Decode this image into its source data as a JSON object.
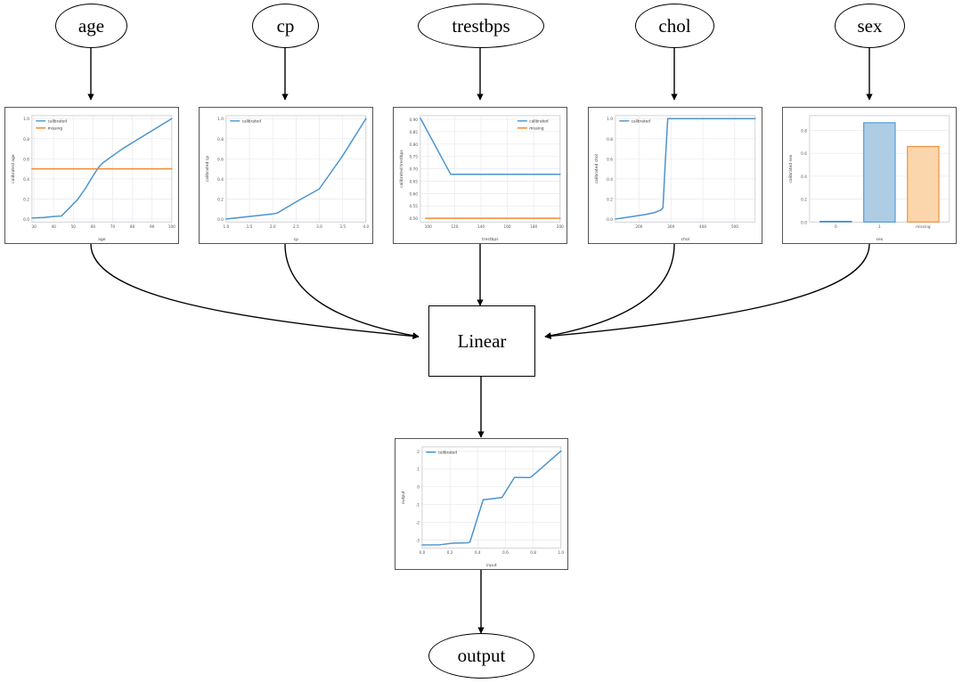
{
  "graph": {
    "input_nodes": [
      {
        "id": "age",
        "label": "age"
      },
      {
        "id": "cp",
        "label": "cp"
      },
      {
        "id": "trestbps",
        "label": "trestbps"
      },
      {
        "id": "chol",
        "label": "chol"
      },
      {
        "id": "sex",
        "label": "sex"
      }
    ],
    "linear_node": {
      "label": "Linear"
    },
    "output_node": {
      "label": "output"
    }
  },
  "legend_labels": {
    "calibrated": "calibrated",
    "missing": "missing"
  },
  "chart_data": [
    {
      "id": "age",
      "type": "line",
      "title": "",
      "xlabel": "age",
      "ylabel": "calibrated age",
      "xlim": [
        29,
        100
      ],
      "ylim": [
        -0.03,
        1.03
      ],
      "xticks": [
        30,
        40,
        50,
        60,
        70,
        80,
        90,
        100
      ],
      "yticks": [
        0.0,
        0.2,
        0.4,
        0.6,
        0.8,
        1.0
      ],
      "ytick_labels": [
        "0.0",
        "0.2",
        "0.4",
        "0.6",
        "0.8",
        "1.0"
      ],
      "grid": true,
      "legend": [
        "calibrated",
        "missing"
      ],
      "legend_position": "upper left",
      "series": [
        {
          "name": "calibrated",
          "color": "#4a93cd",
          "x": [
            29,
            35,
            40,
            44,
            48,
            52,
            56,
            60,
            63,
            65,
            70,
            75,
            80,
            85,
            90,
            95,
            100
          ],
          "y": [
            0.01,
            0.015,
            0.025,
            0.03,
            0.11,
            0.19,
            0.3,
            0.43,
            0.52,
            0.56,
            0.63,
            0.7,
            0.76,
            0.82,
            0.88,
            0.94,
            1.0
          ]
        },
        {
          "name": "missing",
          "color": "#f08a34",
          "x": [
            29,
            100
          ],
          "y": [
            0.5,
            0.5
          ]
        }
      ]
    },
    {
      "id": "cp",
      "type": "line",
      "title": "",
      "xlabel": "cp",
      "ylabel": "calibrated cp",
      "xlim": [
        1.0,
        4.0
      ],
      "ylim": [
        -0.03,
        1.03
      ],
      "xticks": [
        1.0,
        1.5,
        2.0,
        2.5,
        3.0,
        3.5,
        4.0
      ],
      "xtick_labels": [
        "1.0",
        "1.5",
        "2.0",
        "2.5",
        "3.0",
        "3.5",
        "4.0"
      ],
      "yticks": [
        0.0,
        0.2,
        0.4,
        0.6,
        0.8,
        1.0
      ],
      "ytick_labels": [
        "0.0",
        "0.2",
        "0.4",
        "0.6",
        "0.8",
        "1.0"
      ],
      "grid": true,
      "legend": [
        "calibrated"
      ],
      "legend_position": "upper left",
      "series": [
        {
          "name": "calibrated",
          "color": "#4a93cd",
          "x": [
            1.0,
            1.5,
            2.0,
            2.1,
            2.5,
            3.0,
            3.5,
            4.0
          ],
          "y": [
            0.0,
            0.025,
            0.05,
            0.06,
            0.17,
            0.3,
            0.63,
            1.0
          ]
        }
      ]
    },
    {
      "id": "trestbps",
      "type": "line",
      "title": "",
      "xlabel": "trestbps",
      "ylabel": "calibrated trestbps",
      "xlim": [
        94,
        200
      ],
      "ylim": [
        0.485,
        0.915
      ],
      "xticks": [
        100,
        120,
        140,
        160,
        180,
        200
      ],
      "yticks": [
        0.5,
        0.55,
        0.6,
        0.65,
        0.7,
        0.75,
        0.8,
        0.85,
        0.9
      ],
      "ytick_labels": [
        "0.50",
        "0.55",
        "0.60",
        "0.65",
        "0.70",
        "0.75",
        "0.80",
        "0.85",
        "0.90"
      ],
      "grid": true,
      "legend": [
        "calibrated",
        "missing"
      ],
      "legend_position": "upper right",
      "series": [
        {
          "name": "calibrated",
          "color": "#4a93cd",
          "x": [
            94,
            117,
            130,
            160,
            200
          ],
          "y": [
            0.905,
            0.678,
            0.678,
            0.678,
            0.678
          ]
        },
        {
          "name": "missing",
          "color": "#f08a34",
          "x": [
            98,
            200
          ],
          "y": [
            0.5,
            0.5
          ]
        }
      ]
    },
    {
      "id": "chol",
      "type": "line",
      "title": "",
      "xlabel": "chol",
      "ylabel": "calibrated chol",
      "xlim": [
        126,
        564
      ],
      "ylim": [
        -0.03,
        1.03
      ],
      "xticks": [
        200,
        300,
        400,
        500
      ],
      "yticks": [
        0.0,
        0.2,
        0.4,
        0.6,
        0.8,
        1.0
      ],
      "ytick_labels": [
        "0.0",
        "0.2",
        "0.4",
        "0.6",
        "0.8",
        "1.0"
      ],
      "grid": true,
      "legend": [
        "calibrated"
      ],
      "legend_position": "upper left",
      "series": [
        {
          "name": "calibrated",
          "color": "#4a93cd",
          "x": [
            126,
            180,
            220,
            250,
            268,
            275,
            282,
            290,
            350,
            450,
            564
          ],
          "y": [
            0.0,
            0.025,
            0.045,
            0.065,
            0.09,
            0.11,
            0.55,
            1.0,
            1.0,
            1.0,
            1.0
          ]
        }
      ]
    },
    {
      "id": "sex",
      "type": "bar",
      "title": "",
      "xlabel": "sex",
      "ylabel": "calibrated sex",
      "categories": [
        "0",
        "1",
        "missing"
      ],
      "values": [
        0.005,
        0.868,
        0.66
      ],
      "bar_colors": [
        "#aecde5",
        "#aecde5",
        "#fbd5ab"
      ],
      "ylim": [
        0,
        0.93
      ],
      "yticks": [
        0.0,
        0.2,
        0.4,
        0.6,
        0.8
      ],
      "ytick_labels": [
        "0.0",
        "0.2",
        "0.4",
        "0.6",
        "0.8"
      ],
      "grid": true,
      "legend": []
    },
    {
      "id": "output",
      "type": "line",
      "title": "",
      "xlabel": "input",
      "ylabel": "output",
      "xlim": [
        0.0,
        1.0
      ],
      "ylim": [
        -3.45,
        2.25
      ],
      "xticks": [
        0.0,
        0.2,
        0.4,
        0.6,
        0.8,
        1.0
      ],
      "xtick_labels": [
        "0.0",
        "0.2",
        "0.4",
        "0.6",
        "0.8",
        "1.0"
      ],
      "yticks": [
        -3,
        -2,
        -1,
        0,
        1,
        2
      ],
      "ytick_labels": [
        "-3",
        "-2",
        "-1",
        "0",
        "1",
        "2"
      ],
      "grid": true,
      "legend": [
        "calibrated"
      ],
      "legend_position": "upper left",
      "series": [
        {
          "name": "calibrated",
          "color": "#4a93cd",
          "x": [
            0.0,
            0.12,
            0.22,
            0.33,
            0.345,
            0.44,
            0.455,
            0.56,
            0.575,
            0.665,
            0.675,
            0.775,
            0.79,
            1.0
          ],
          "y": [
            -3.28,
            -3.28,
            -3.18,
            -3.16,
            -3.1,
            -0.72,
            -0.72,
            -0.62,
            -0.6,
            0.53,
            0.53,
            0.52,
            0.58,
            2.02
          ]
        }
      ]
    }
  ]
}
